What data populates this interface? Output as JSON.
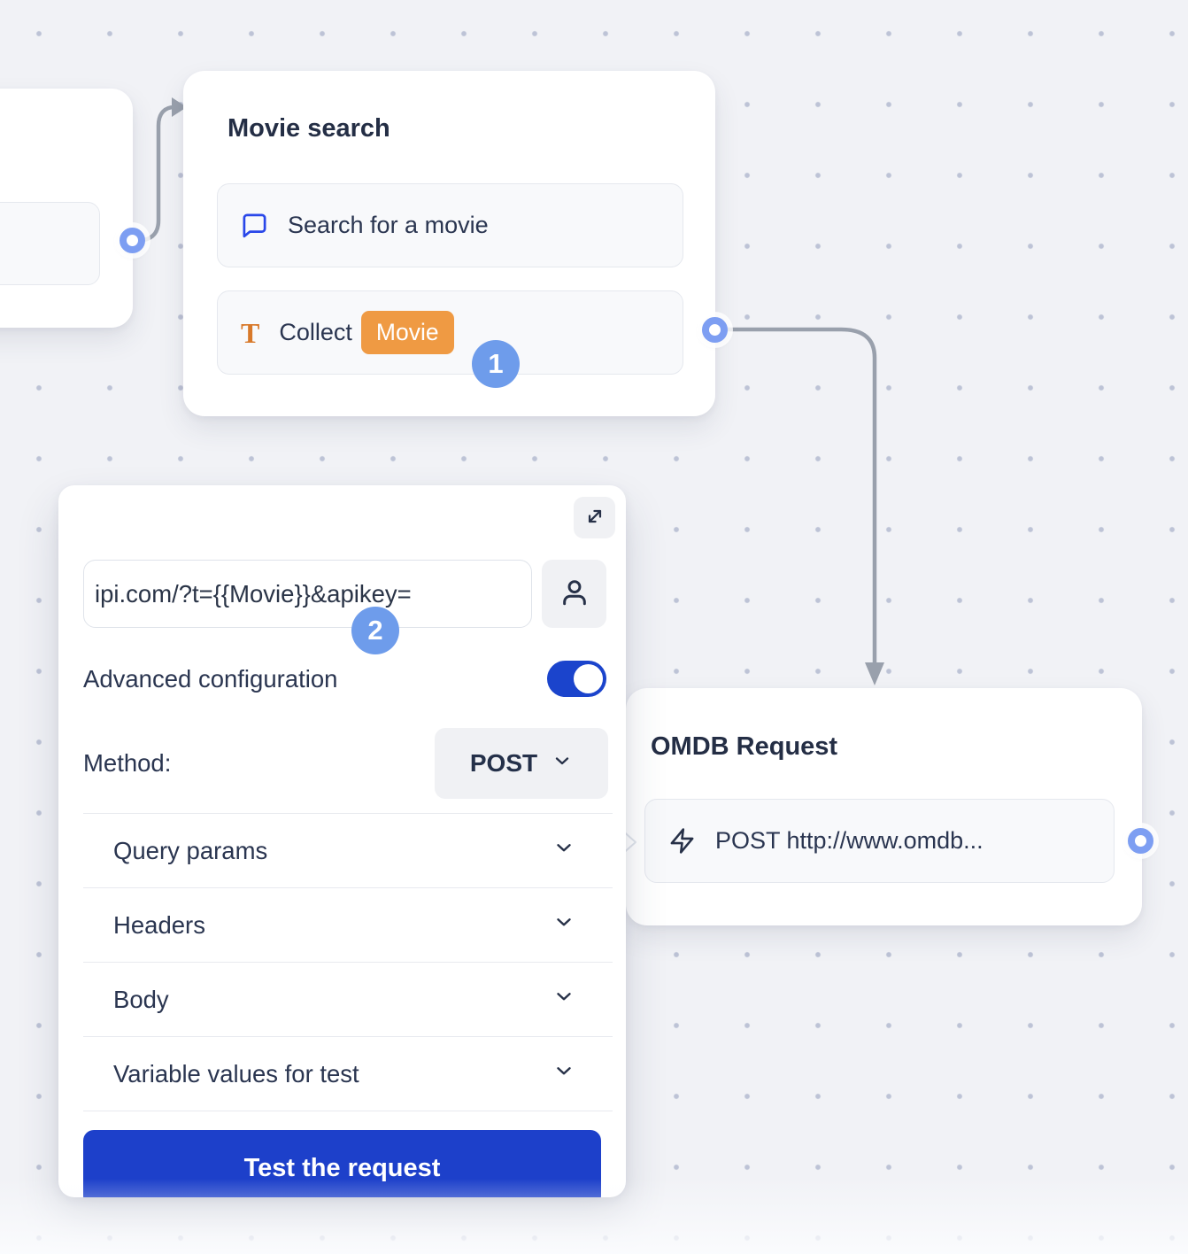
{
  "colors": {
    "accent_blue": "#1d40ca",
    "toggle_blue": "#1b44cc",
    "badge_blue": "#6e9ceb",
    "port_blue": "#7d9ef2",
    "connector_gray": "#99a0ac",
    "chip_orange": "#ef9a43",
    "icon_orange": "#d8792a",
    "icon_blue": "#2947e9",
    "text_dark": "#2a3550"
  },
  "movie_card": {
    "title": "Movie search",
    "step_badge": "1",
    "items": [
      {
        "icon": "chat-bubble-icon",
        "label": "Search for a movie"
      },
      {
        "icon": "text-input-icon",
        "label": "Collect",
        "variable_chip": "Movie"
      }
    ]
  },
  "omdb_card": {
    "title": "OMDB Request",
    "item": {
      "icon": "zap-icon",
      "label": "POST http://www.omdb..."
    }
  },
  "config_panel": {
    "expand_icon": "expand-icon",
    "user_button_icon": "user-icon",
    "step_badge": "2",
    "url_input": {
      "value": "ipi.com/?t={{Movie}}&apikey="
    },
    "advanced_toggle": {
      "label": "Advanced configuration",
      "state": "on"
    },
    "method": {
      "label": "Method:",
      "value": "POST"
    },
    "sections": [
      {
        "label": "Query params"
      },
      {
        "label": "Headers"
      },
      {
        "label": "Body"
      },
      {
        "label": "Variable values for test"
      }
    ],
    "test_button_label": "Test the request"
  }
}
